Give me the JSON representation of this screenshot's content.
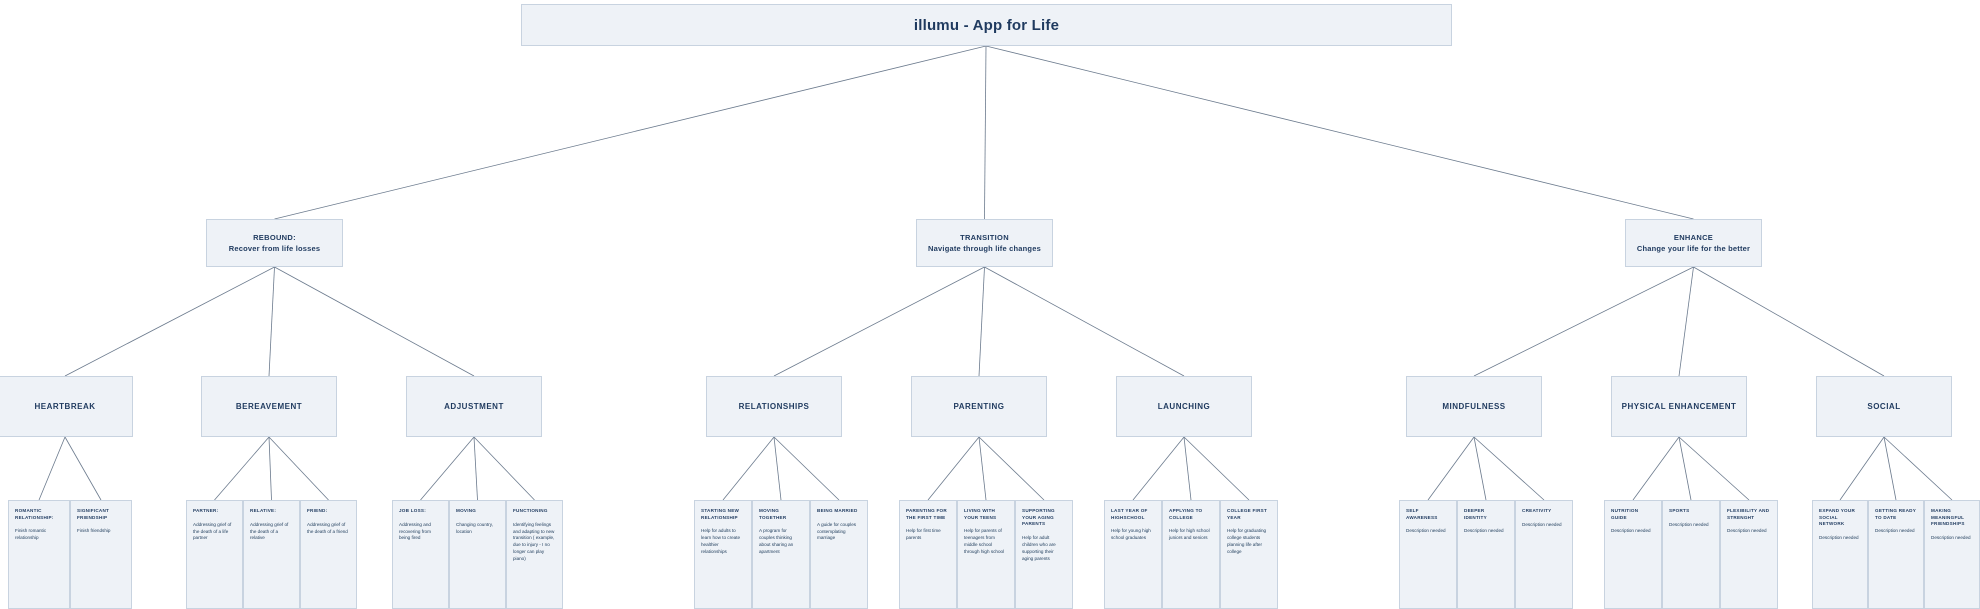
{
  "diagram": {
    "type": "tree",
    "title": "illumu - App for Life",
    "root": {
      "label": "illumu - App for Life"
    },
    "pillars": [
      {
        "id": "rebound",
        "title": "REBOUND:",
        "subtitle": "Recover from life losses"
      },
      {
        "id": "transition",
        "title": "TRANSITION",
        "subtitle": "Navigate through life changes"
      },
      {
        "id": "enhance",
        "title": "ENHANCE",
        "subtitle": "Change your life for the better"
      }
    ],
    "categories": [
      {
        "id": "heartbreak",
        "label": "HEARTBREAK",
        "pillar": "rebound"
      },
      {
        "id": "bereavement",
        "label": "BEREAVEMENT",
        "pillar": "rebound"
      },
      {
        "id": "adjustment",
        "label": "ADJUSTMENT",
        "pillar": "rebound"
      },
      {
        "id": "relationships",
        "label": "RELATIONSHIPS",
        "pillar": "transition"
      },
      {
        "id": "parenting",
        "label": "PARENTING",
        "pillar": "transition"
      },
      {
        "id": "launching",
        "label": "LAUNCHING",
        "pillar": "transition"
      },
      {
        "id": "mindfulness",
        "label": "MINDFULNESS",
        "pillar": "enhance"
      },
      {
        "id": "physical",
        "label": "PHYSICAL ENHANCEMENT",
        "pillar": "enhance"
      },
      {
        "id": "social",
        "label": "SOCIAL",
        "pillar": "enhance"
      }
    ],
    "leaves": {
      "heartbreak": [
        {
          "title": "ROMANTIC RELATIONSHIP:",
          "desc": "Finish romantic relationship"
        },
        {
          "title": "SIGNIFICANT FRIENDSHIP",
          "desc": "Finish friendship"
        }
      ],
      "bereavement": [
        {
          "title": "PARTNER:",
          "desc": "Addressing grief of the death of a life partner"
        },
        {
          "title": "RELATIVE:",
          "desc": "Addressing grief of the death of a relative"
        },
        {
          "title": "FRIEND:",
          "desc": "Addressing grief of the death of a friend"
        }
      ],
      "adjustment": [
        {
          "title": "JOB LOSS:",
          "desc": "Addressing and recovering from being fired"
        },
        {
          "title": "MOVING",
          "desc": "Changing country, location"
        },
        {
          "title": "FUNCTIONING",
          "desc": "Identifying feelings and adapting to new transition ( example, due to injury - I no longer can play piano)"
        }
      ],
      "relationships": [
        {
          "title": "STARTING NEW RELATIONSHIP",
          "desc": "Help for adults to learn how to create healthier relationships"
        },
        {
          "title": "MOVING TOGETHER",
          "desc": "A program for couples thinking about sharing an apartment"
        },
        {
          "title": "BEING MARRIED",
          "desc": "A guide for couples contemplating marriage"
        }
      ],
      "parenting": [
        {
          "title": "PARENTING FOR THE FIRST TIME",
          "desc": "Help for first time parents"
        },
        {
          "title": "LIVING WITH YOUR TEENS",
          "desc": "Help for parents of teenagers from middle school through high school"
        },
        {
          "title": "SUPPORTING YOUR AGING PARENTS",
          "desc": "Help for adult children who are supporting their aging parents"
        }
      ],
      "launching": [
        {
          "title": "LAST YEAR OF HIGHSCHOOL",
          "desc": "Help for young high school graduates"
        },
        {
          "title": "APPLYING TO COLLEGE",
          "desc": "Help for high school juniors and seniors"
        },
        {
          "title": "COLLEGE FIRST YEAR",
          "desc": "Help for graduating college students planning life after college"
        }
      ],
      "mindfulness": [
        {
          "title": "SELF AWARENESS",
          "desc": "Description needed"
        },
        {
          "title": "DEEPER IDENTITY",
          "desc": "Description needed"
        },
        {
          "title": "CREATIVITY",
          "desc": "Description needed"
        }
      ],
      "physical": [
        {
          "title": "NUTRITION GUIDE",
          "desc": "Description needed"
        },
        {
          "title": "SPORTS",
          "desc": "Description needed"
        },
        {
          "title": "FLEXIBILITY AND STRENGHT",
          "desc": "Description needed"
        }
      ],
      "social": [
        {
          "title": "EXPAND YOUR SOCIAL NETWORK",
          "desc": "Description needed"
        },
        {
          "title": "GETTING READY TO DATE",
          "desc": "Description needed"
        },
        {
          "title": "MAKING MEANINGFUL FRIENDSHIPS",
          "desc": "Description needed"
        }
      ]
    },
    "colors": {
      "node_fill": "#eef2f7",
      "node_border": "#c8d3e0",
      "text": "#1f3a5f",
      "edge": "#6b7a8d",
      "background": "#ffffff"
    }
  }
}
